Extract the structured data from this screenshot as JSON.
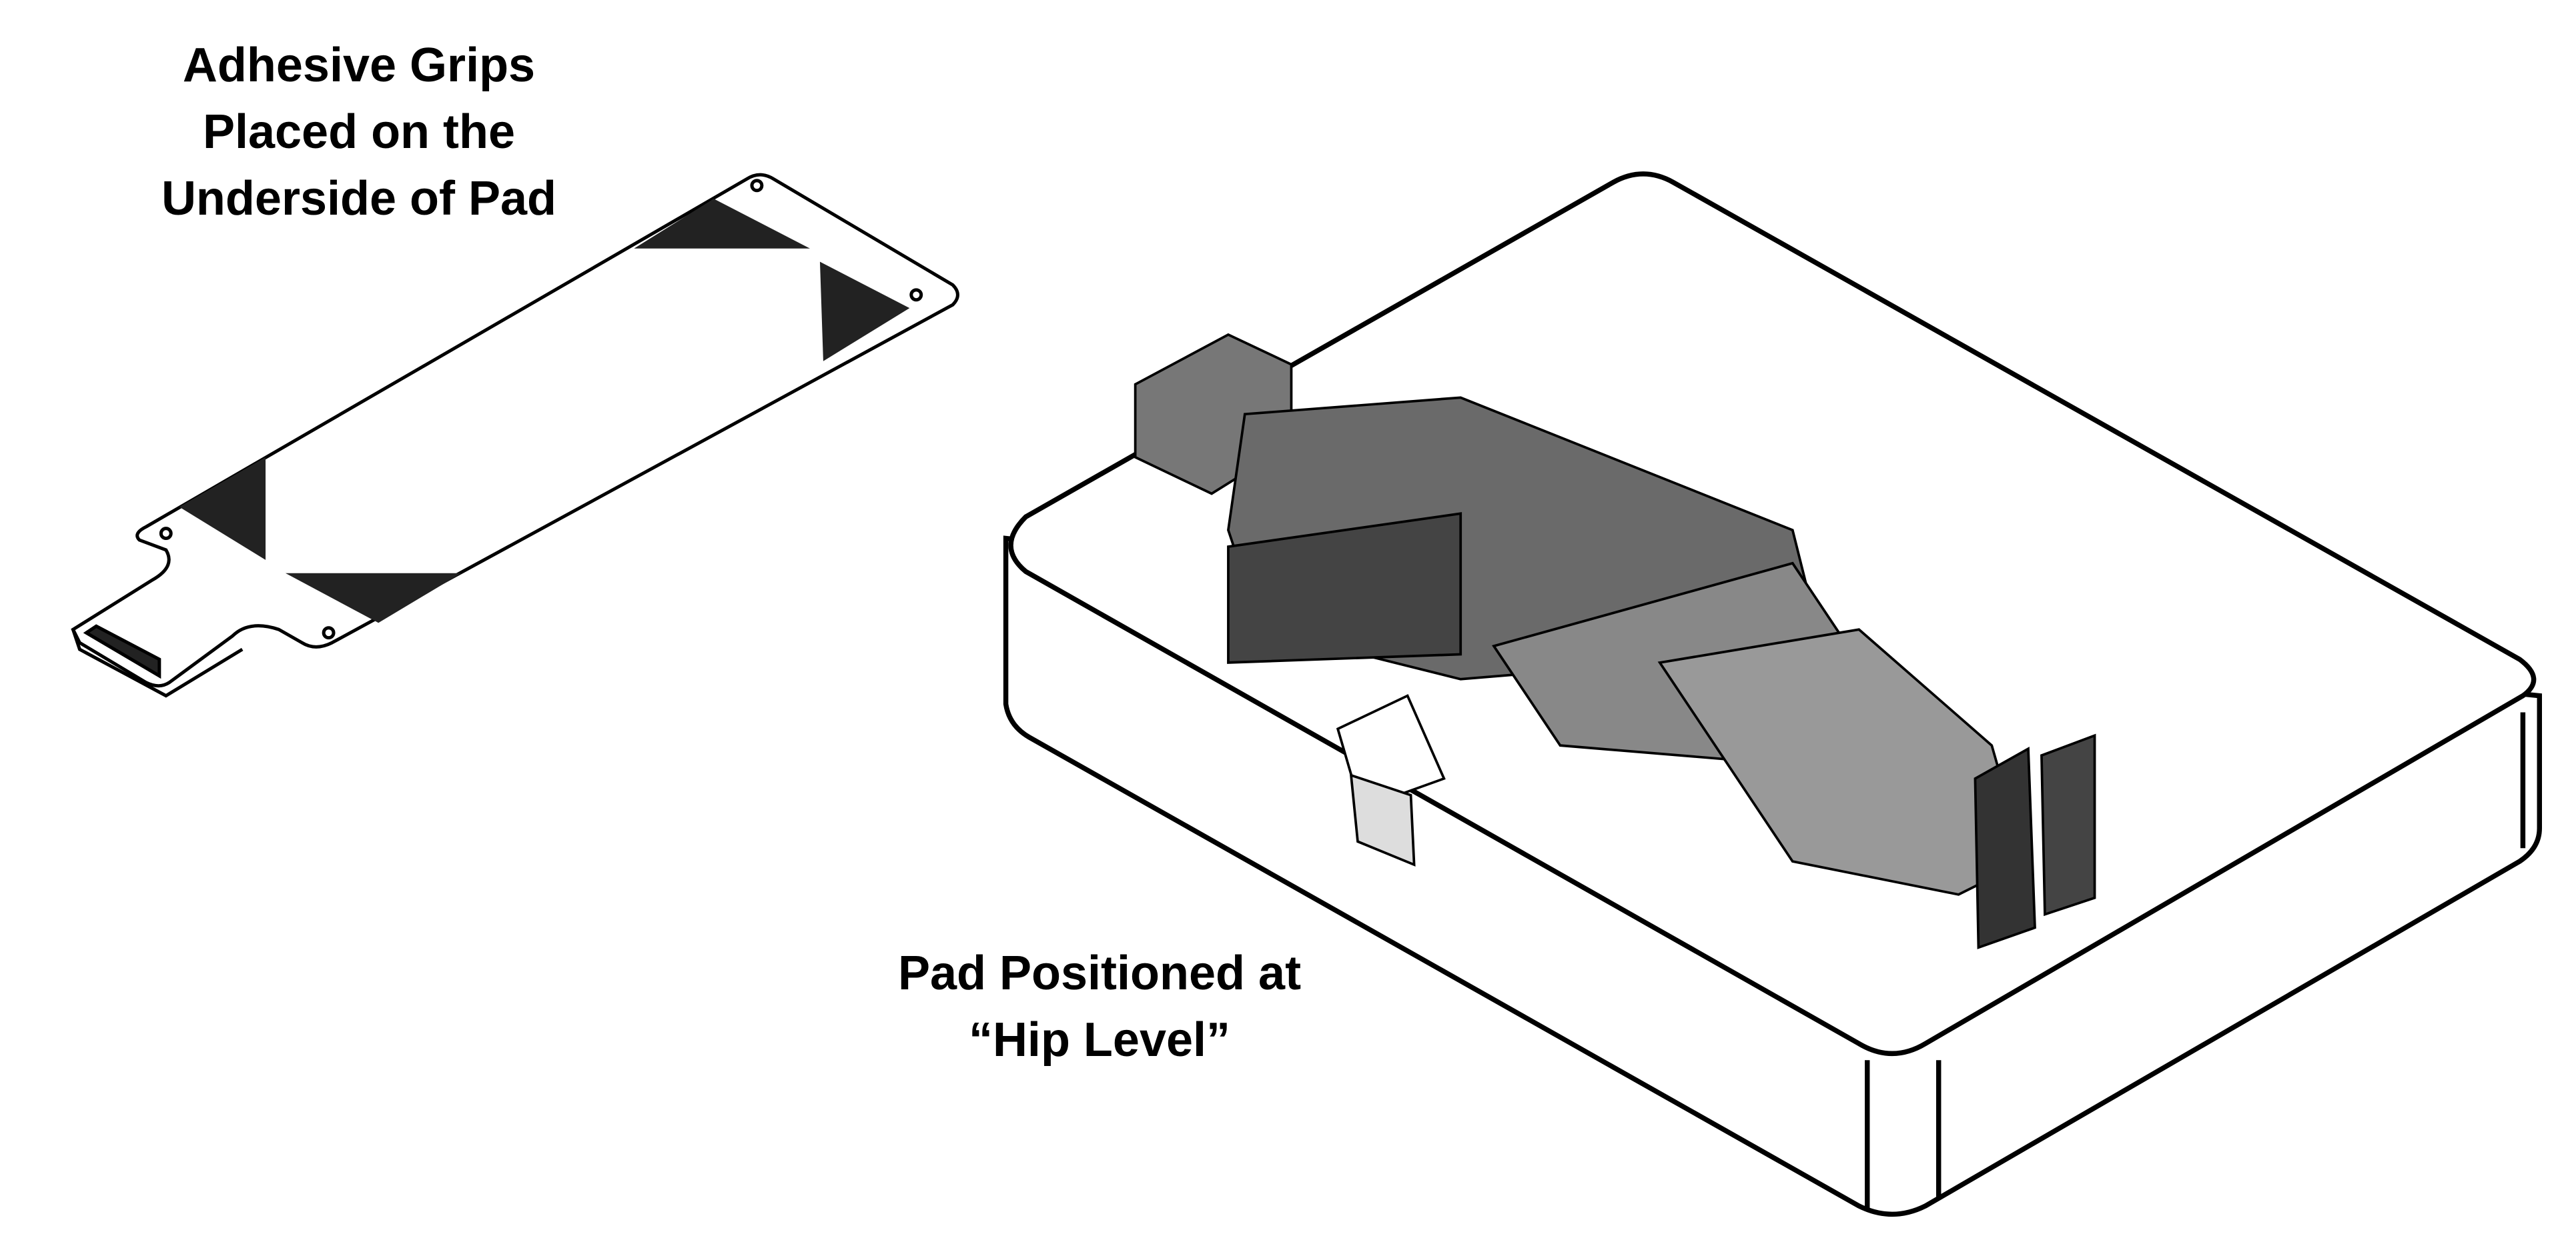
{
  "labels": {
    "grips": [
      "Adhesive Grips",
      "Placed on the",
      "Underside of Pad"
    ],
    "position": [
      "Pad Positioned at",
      "“Hip Level”"
    ]
  },
  "colors": {
    "ink": "#000000",
    "background": "#ffffff",
    "figure_shade": "#555555"
  }
}
